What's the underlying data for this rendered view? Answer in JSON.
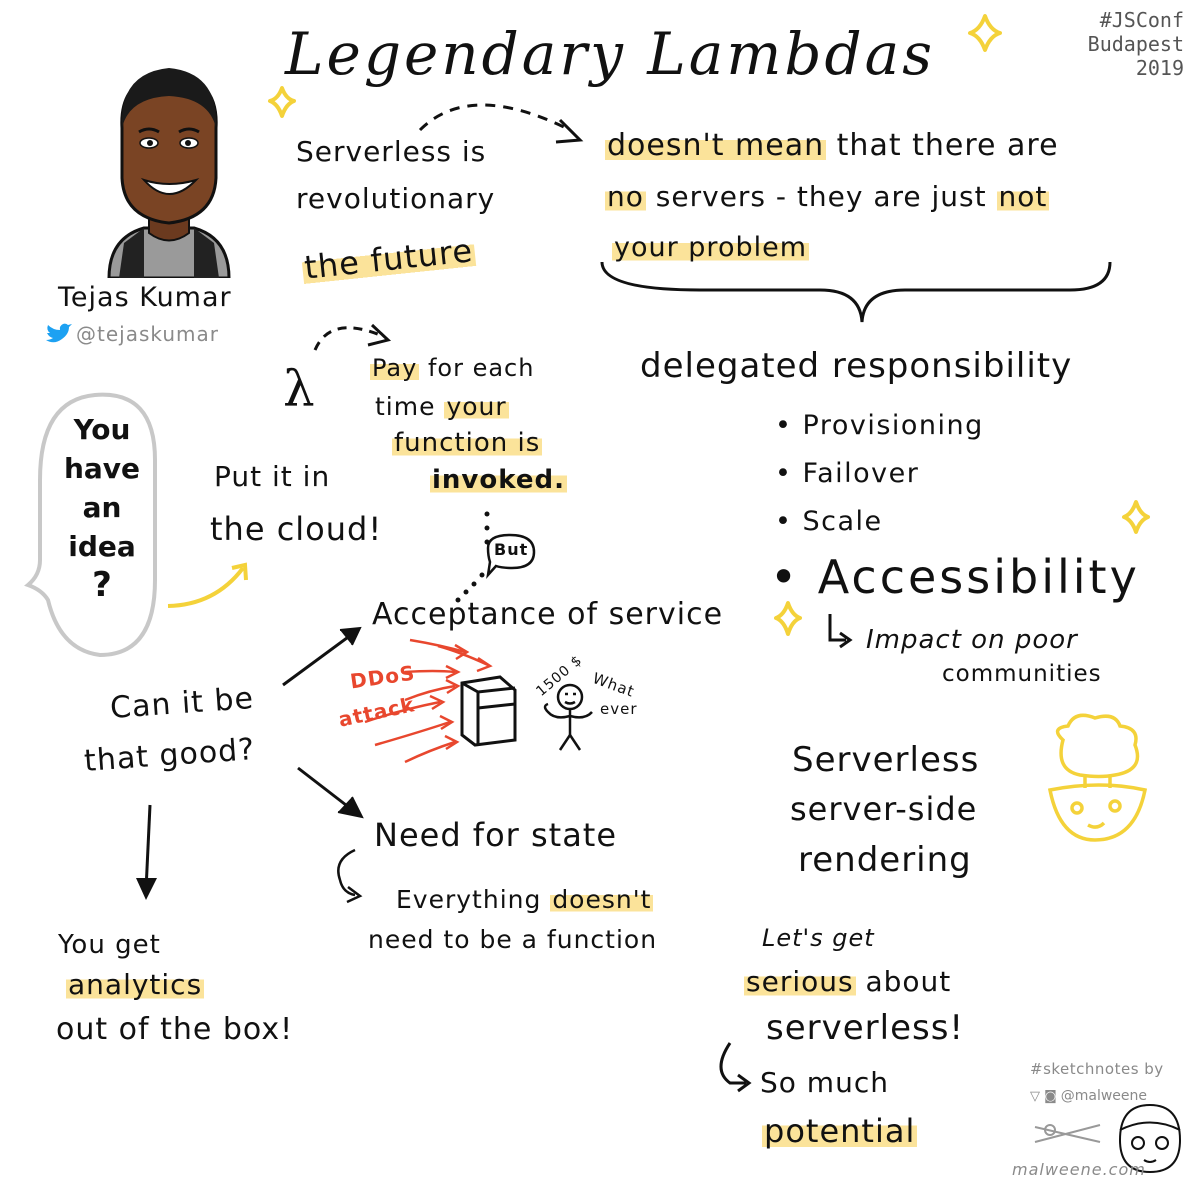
{
  "title": "Legendary Lambdas",
  "event": [
    "#JSConf",
    "Budapest",
    "2019"
  ],
  "speaker": {
    "name": "Tejas Kumar",
    "handle": "@tejaskumar"
  },
  "top": {
    "serverless_is": "Serverless is",
    "revolutionary": "revolutionary",
    "the_future": "the future",
    "line1a": "doesn't mean",
    "line1b": "that there are",
    "line2a": "no",
    "line2b": "servers - they are just",
    "line2c": "not",
    "line3": "your problem"
  },
  "delegated": {
    "heading": "delegated responsibility",
    "items": [
      "Provisioning",
      "Failover",
      "Scale"
    ],
    "big_item": "Accessibility",
    "sub": [
      "Impact on poor",
      "communities"
    ]
  },
  "idea": {
    "lines": [
      "You",
      "have",
      "an",
      "idea",
      "?"
    ]
  },
  "cloud": [
    "Put it in",
    "the cloud!"
  ],
  "lambda_symbol": "λ",
  "pay": {
    "l1a": "Pay",
    "l1b": "for each",
    "l2a": "time",
    "l2b": "your",
    "l3": "function is",
    "l4": "invoked."
  },
  "but": "But",
  "acceptance": "Acceptance of service",
  "attack": {
    "ddos": "DDoS",
    "attack": "attack",
    "cost": "1500 $",
    "what": "What",
    "ever": "ever"
  },
  "question": [
    "Can it be",
    "that good?"
  ],
  "state": {
    "heading": "Need for state",
    "l1a": "Everything",
    "l1b": "doesn't",
    "l2": "need to be a function"
  },
  "analytics": {
    "l1": "You get",
    "l2": "analytics",
    "l3": "out of the box!"
  },
  "ssr": [
    "Serverless",
    "server-side",
    "rendering"
  ],
  "serious": {
    "l1": "Let's get",
    "l2a": "serious",
    "l2b": "about",
    "l3": "serverless!",
    "l4": "So much",
    "l5": "potential"
  },
  "credit": {
    "l1": "#sketchnotes by",
    "l2": "@malweene",
    "l3": "malweene.com"
  },
  "colors": {
    "highlight": "#fbe39a",
    "red": "#e8472e",
    "yellow_line": "#f4d23a",
    "twitter": "#1da1f2",
    "ink": "#111111"
  }
}
